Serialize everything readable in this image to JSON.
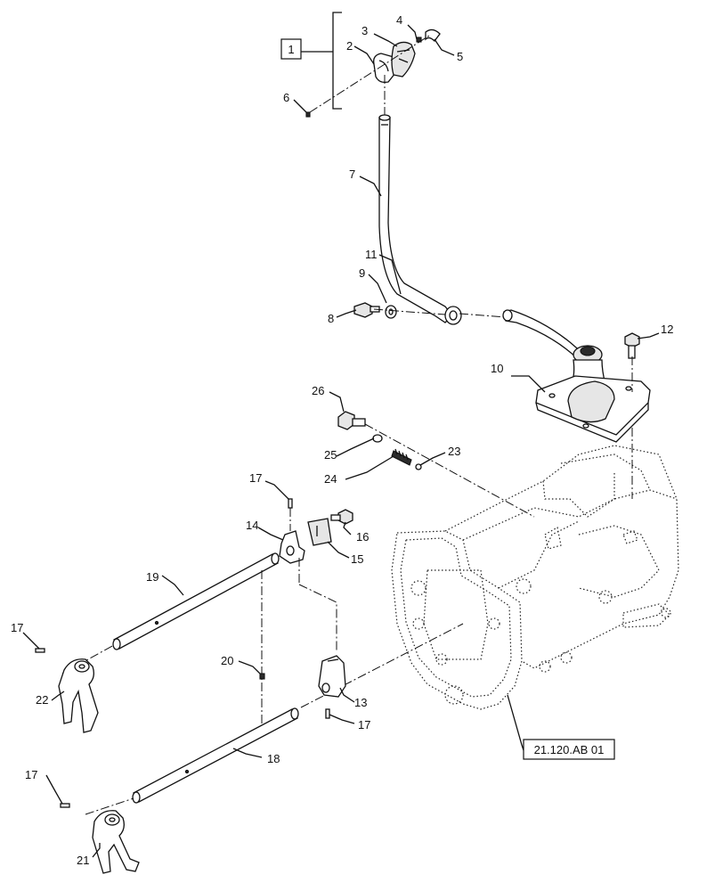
{
  "callouts": {
    "c1": "1",
    "c2": "2",
    "c3": "3",
    "c4": "4",
    "c5": "5",
    "c6": "6",
    "c7": "7",
    "c8": "8",
    "c9": "9",
    "c10": "10",
    "c11": "11",
    "c12": "12",
    "c13": "13",
    "c14": "14",
    "c15": "15",
    "c16": "16",
    "c17a": "17",
    "c17b": "17",
    "c17c": "17",
    "c17d": "17",
    "c18": "18",
    "c19": "19",
    "c20": "20",
    "c21": "21",
    "c22": "22",
    "c23": "23",
    "c24": "24",
    "c25": "25",
    "c26": "26"
  },
  "reference": {
    "label": "21.120.AB 01"
  }
}
